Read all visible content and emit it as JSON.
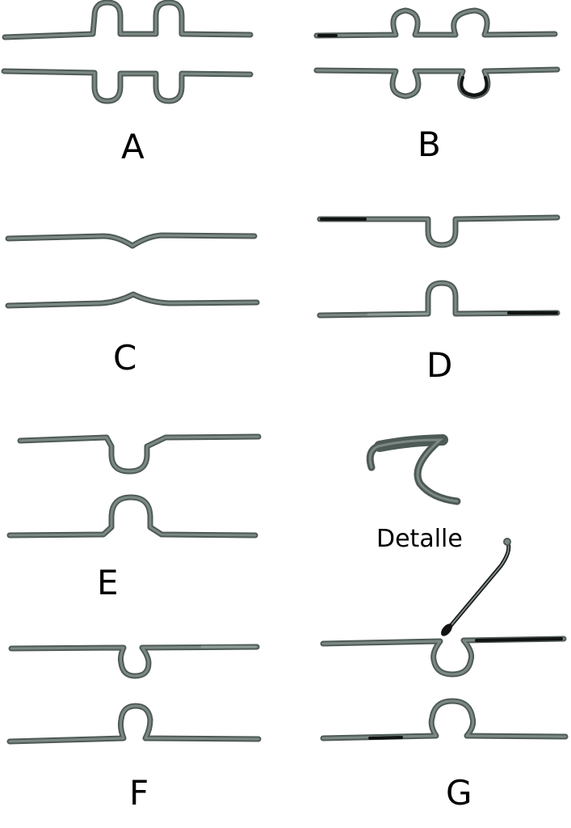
{
  "panels": {
    "a": {
      "label": "A"
    },
    "b": {
      "label": "B"
    },
    "c": {
      "label": "C"
    },
    "d": {
      "label": "D"
    },
    "e": {
      "label": "E"
    },
    "f": {
      "label": "F"
    },
    "g": {
      "label": "G"
    }
  },
  "detail": {
    "label": "Detalle"
  },
  "colors": {
    "wire": "#4e5a55",
    "wire_highlight": "#7c8983",
    "wire_dark": "#111314",
    "background": "#ffffff"
  }
}
